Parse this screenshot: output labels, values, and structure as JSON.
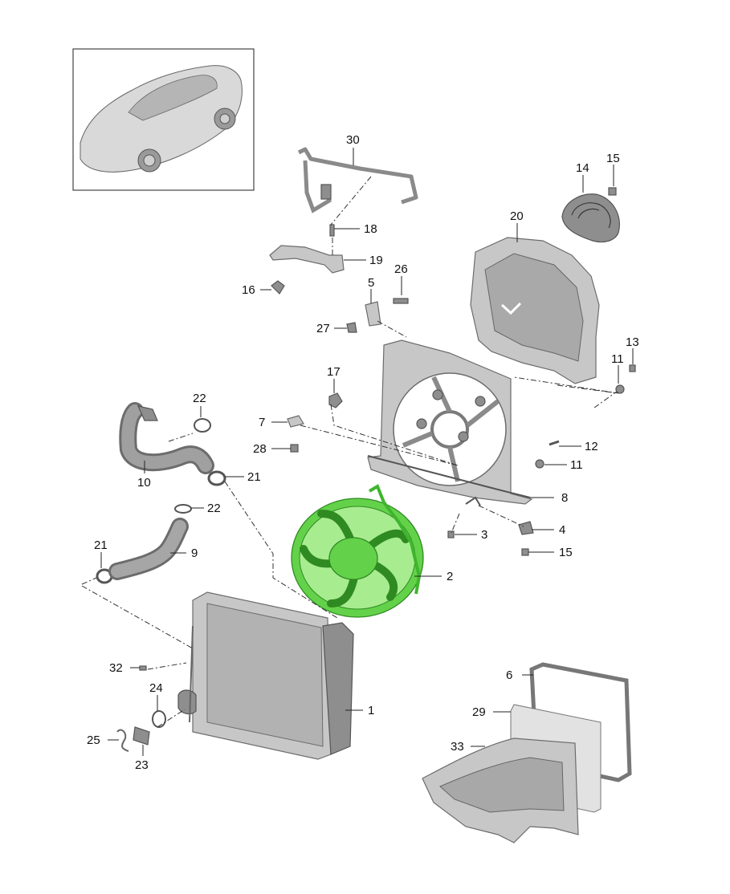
{
  "callouts": [
    {
      "id": "c30",
      "text": "30"
    },
    {
      "id": "c18",
      "text": "18"
    },
    {
      "id": "c19",
      "text": "19"
    },
    {
      "id": "c16",
      "text": "16"
    },
    {
      "id": "c26",
      "text": "26"
    },
    {
      "id": "c5",
      "text": "5"
    },
    {
      "id": "c27",
      "text": "27"
    },
    {
      "id": "c14",
      "text": "14"
    },
    {
      "id": "c15a",
      "text": "15"
    },
    {
      "id": "c20",
      "text": "20"
    },
    {
      "id": "c13",
      "text": "13"
    },
    {
      "id": "c11a",
      "text": "11"
    },
    {
      "id": "c17",
      "text": "17"
    },
    {
      "id": "c7",
      "text": "7"
    },
    {
      "id": "c28",
      "text": "28"
    },
    {
      "id": "c12",
      "text": "12"
    },
    {
      "id": "c11b",
      "text": "11"
    },
    {
      "id": "c22a",
      "text": "22"
    },
    {
      "id": "c10",
      "text": "10"
    },
    {
      "id": "c21a",
      "text": "21"
    },
    {
      "id": "c22b",
      "text": "22"
    },
    {
      "id": "c8",
      "text": "8"
    },
    {
      "id": "c3",
      "text": "3"
    },
    {
      "id": "c4",
      "text": "4"
    },
    {
      "id": "c15b",
      "text": "15"
    },
    {
      "id": "c21b",
      "text": "21"
    },
    {
      "id": "c9",
      "text": "9"
    },
    {
      "id": "c2",
      "text": "2"
    },
    {
      "id": "c32",
      "text": "32"
    },
    {
      "id": "c24",
      "text": "24"
    },
    {
      "id": "c1",
      "text": "1"
    },
    {
      "id": "c25",
      "text": "25"
    },
    {
      "id": "c23",
      "text": "23"
    },
    {
      "id": "c6",
      "text": "6"
    },
    {
      "id": "c29",
      "text": "29"
    },
    {
      "id": "c33",
      "text": "33"
    }
  ],
  "colors": {
    "highlight_part": "#63d24a",
    "part_grey": "#c7c7c7",
    "line": "#222222"
  }
}
